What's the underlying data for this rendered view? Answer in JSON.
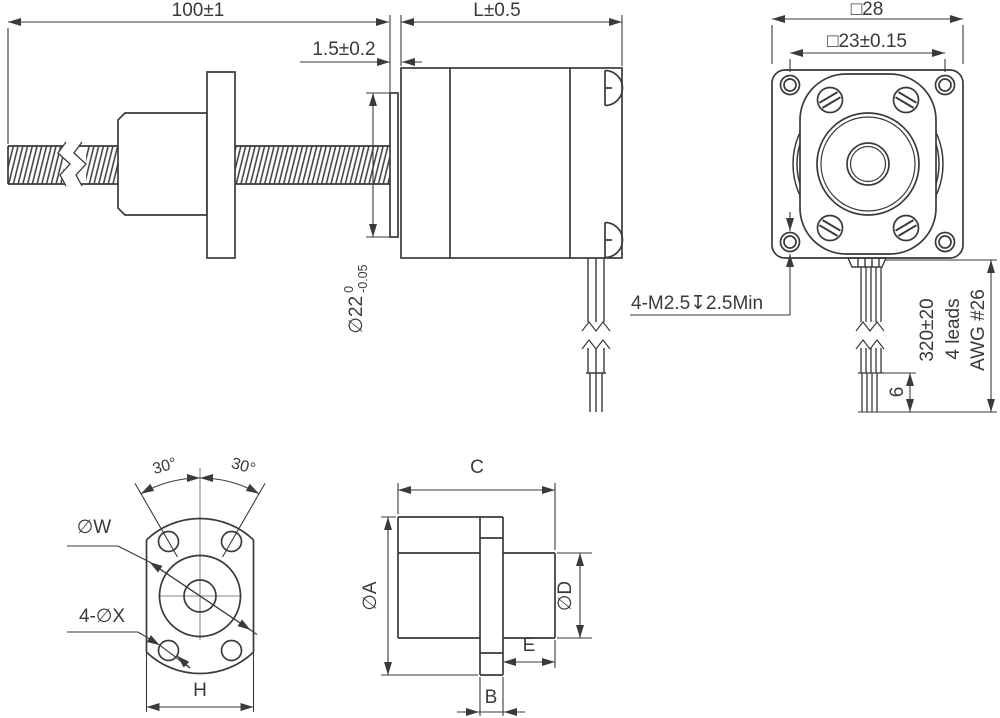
{
  "drawing": {
    "type": "mechanical-engineering-drawing",
    "subject": "linear stepper motor with lead screw and flange nut",
    "line_color": "#3e3936",
    "background": "#ffffff",
    "views": [
      "assembly-side-view",
      "motor-front-view",
      "nut-front-view",
      "nut-side-view"
    ]
  },
  "labels": {
    "overall_length": "100±1",
    "motor_length": "L±0.5",
    "boss_thickness": "1.5±0.2",
    "boss_dia_value": "∅22",
    "boss_dia_upper": "0",
    "boss_dia_lower": "-0.05",
    "body_square": "□28",
    "mount_spacing": "□23±0.15",
    "mount_holes": "4-M2.5↧2.5Min",
    "lead_length": "320±20",
    "lead_count": "4 leads",
    "lead_gauge": "AWG #26",
    "strip_length": "6",
    "angle_left": "30°",
    "angle_right": "30°",
    "bolt_circle_dia": "∅W",
    "flange_hole_dia": "4-∅X",
    "across_flats": "H",
    "nut_length": "C",
    "flange_dia": "∅A",
    "body_dia": "∅D",
    "boss_length": "E",
    "flange_thickness": "B"
  }
}
